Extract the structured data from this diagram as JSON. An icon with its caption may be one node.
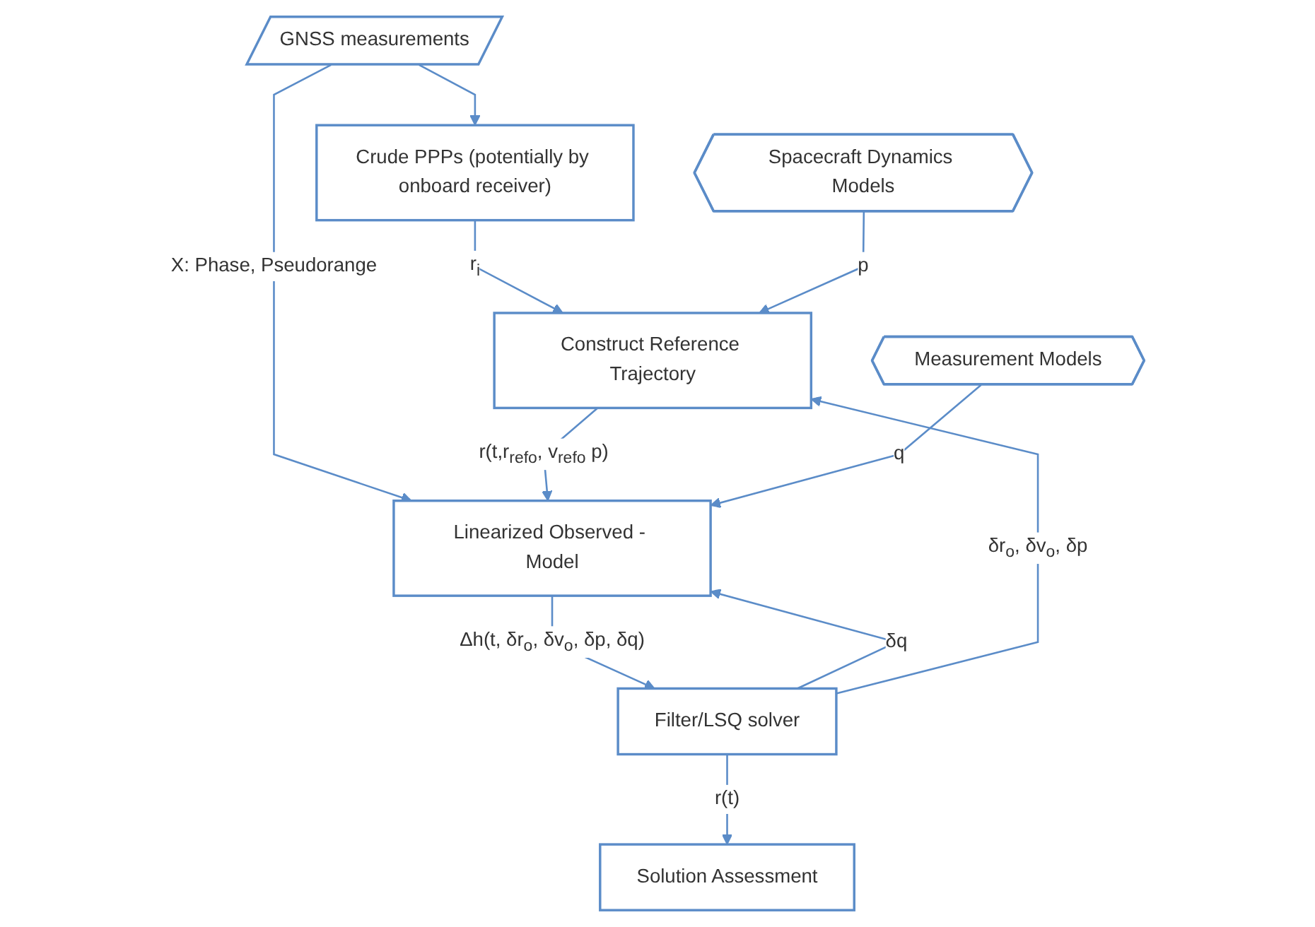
{
  "diagram": {
    "nodes": [
      {
        "text": [
          "Crude PPPs (potentially by onboard receiver)"
        ]
      },
      {
        "text": [
          "GNSS measurements"
        ]
      },
      {
        "text": [
          "Spacecraft Dynamics Models"
        ]
      },
      {
        "text": [
          "Construct Reference Trajectory"
        ]
      },
      {
        "text": [
          "Measurement Models"
        ]
      },
      {
        "text": [
          "Linearized Observed - Model"
        ]
      },
      {
        "text": [
          "Filter/LSQ solver"
        ]
      },
      {
        "text": [
          "Solution Assessment"
        ]
      }
    ],
    "edges": [
      {
        "from": 1,
        "to": 0,
        "arrow": "to"
      },
      {
        "from": 0,
        "to": 3,
        "arrow": "to",
        "label": "r$_{i}$"
      },
      {
        "from": 2,
        "to": 3,
        "arrow": "to",
        "label": "p"
      },
      {
        "from": 1,
        "to": 5,
        "arrow": "to",
        "label": "X: Phase, Pseudorange"
      },
      {
        "from": 3,
        "to": 5,
        "arrow": "to",
        "label": "r(t,r$_{refo}$, v$_{refo}$ p)"
      },
      {
        "from": 4,
        "to": 5,
        "arrow": "to",
        "label": "q"
      },
      {
        "from": 5,
        "to": 6,
        "arrow": "to",
        "label": "Δh(t, δr$_{o}$, δv$_{o}$, δp, δq)"
      },
      {
        "from": 6,
        "to": 5,
        "arrow": "to",
        "label": "δq"
      },
      {
        "from": 6,
        "to": 3,
        "arrow": "to",
        "label": "δr$_{o}$, δv$_{o}$, δp"
      },
      {
        "from": 6,
        "to": 7,
        "arrow": "to",
        "label": "r(t)"
      }
    ]
  }
}
